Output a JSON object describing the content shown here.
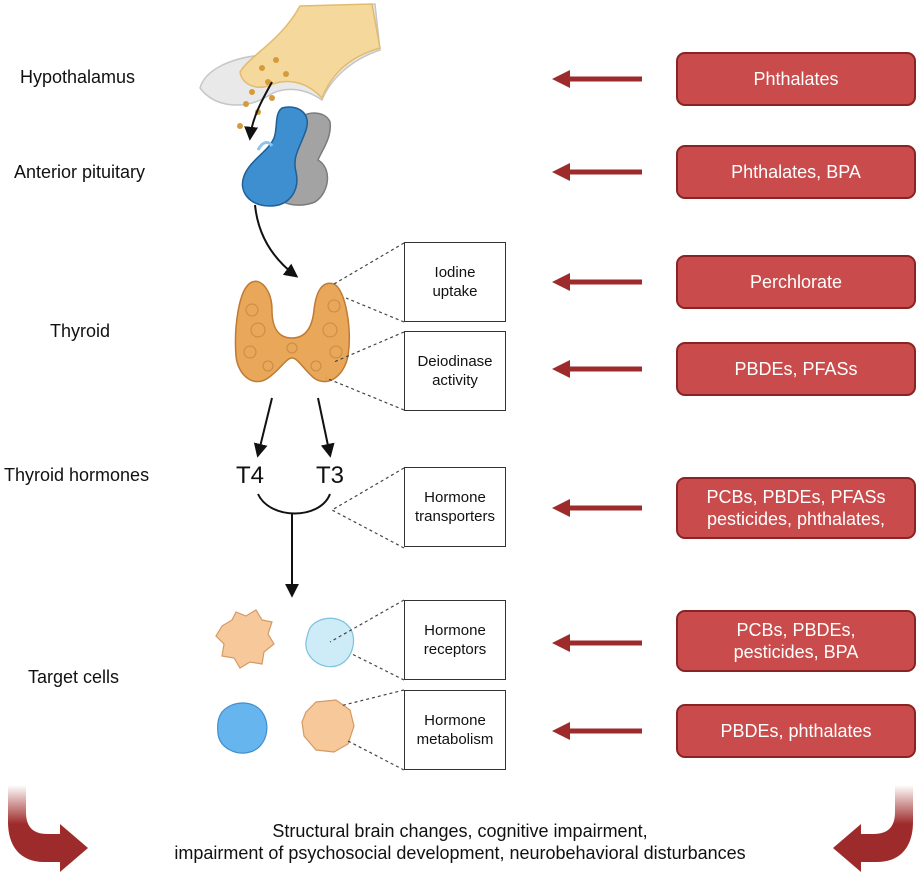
{
  "levels": {
    "hypothalamus": "Hypothalamus",
    "anterior_pituitary": "Anterior pituitary",
    "thyroid": "Thyroid",
    "thyroid_hormones": "Thyroid hormones",
    "target_cells": "Target cells"
  },
  "hormones": {
    "t4": "T4",
    "t3": "T3"
  },
  "mechanisms": {
    "iodine_uptake": "Iodine\nuptake",
    "deiodinase_activity": "Deiodinase\nactivity",
    "hormone_transporters": "Hormone\ntransporters",
    "hormone_receptors": "Hormone\nreceptors",
    "hormone_metabolism": "Hormone\nmetabolism"
  },
  "disruptors": {
    "hypothalamus": "Phthalates",
    "anterior_pituitary": "Phthalates, BPA",
    "iodine_uptake": "Perchlorate",
    "deiodinase_activity": "PBDEs, PFASs",
    "hormone_transporters": "PCBs, PBDEs, PFASs\npesticides, phthalates,",
    "hormone_receptors": "PCBs, PBDEs,\npesticides, BPA",
    "hormone_metabolism": "PBDEs, phthalates"
  },
  "outcome": "Structural brain changes, cognitive impairment,\nimpairment of psychosocial development, neurobehavioral disturbances",
  "colors": {
    "disruptor_fill": "#c94b4b",
    "disruptor_border": "#8a2323",
    "arrow_red": "#9e2b2b",
    "thyroid_orange": "#e9a75a",
    "pituitary_blue": "#3d8fd0",
    "pituitary_gray": "#9b9b9b",
    "hypothalamus_tan": "#f5d89b"
  }
}
